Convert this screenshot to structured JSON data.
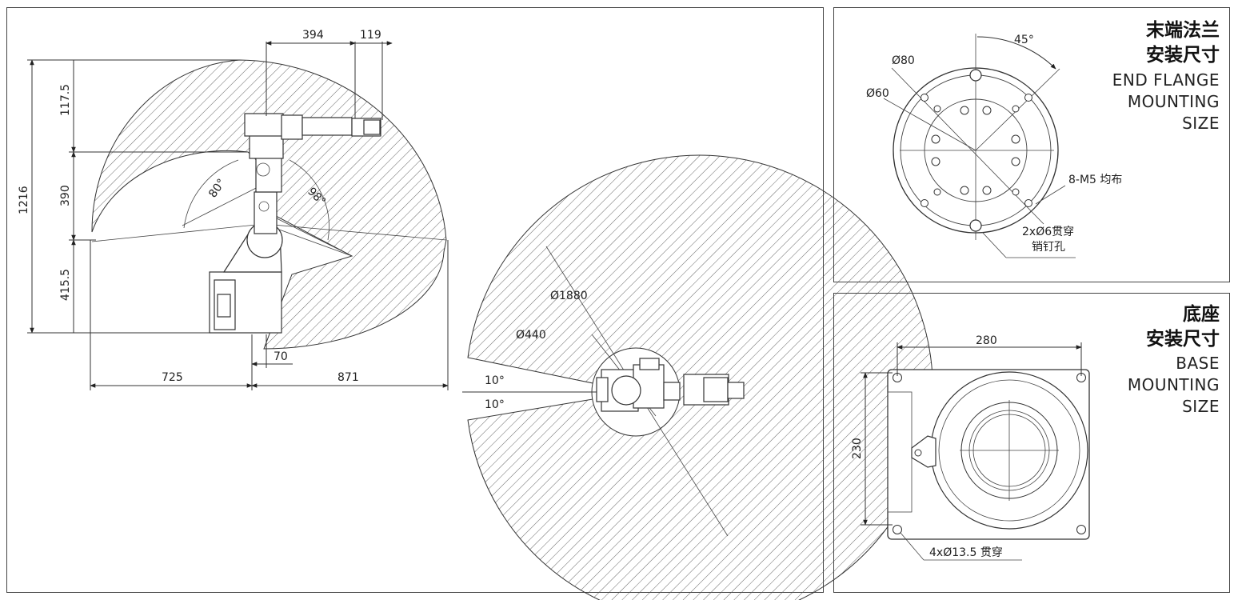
{
  "side_view": {
    "dims": {
      "d394": "394",
      "d119": "119",
      "d117_5": "117.5",
      "d1216": "1216",
      "d390": "390",
      "d415_5": "415.5",
      "d725": "725",
      "d871": "871",
      "d70": "70",
      "ang80": "80°",
      "ang98": "98°"
    }
  },
  "top_view": {
    "dims": {
      "dia1880": "Ø1880",
      "dia440": "Ø440",
      "ang10a": "10°",
      "ang10b": "10°"
    }
  },
  "flange": {
    "title_cn_1": "末端法兰",
    "title_cn_2": "安装尺寸",
    "title_en_1": "END FLANGE",
    "title_en_2": "MOUNTING",
    "title_en_3": "SIZE",
    "dims": {
      "ang45": "45°",
      "dia80": "Ø80",
      "dia60": "Ø60",
      "holes": "8-M5 均布",
      "pin_1": "2xØ6贯穿",
      "pin_2": "销钉孔"
    }
  },
  "base": {
    "title_cn_1": "底座",
    "title_cn_2": "安装尺寸",
    "title_en_1": "BASE",
    "title_en_2": "MOUNTING",
    "title_en_3": "SIZE",
    "dims": {
      "w280": "280",
      "h230": "230",
      "holes": "4xØ13.5 贯穿"
    }
  }
}
